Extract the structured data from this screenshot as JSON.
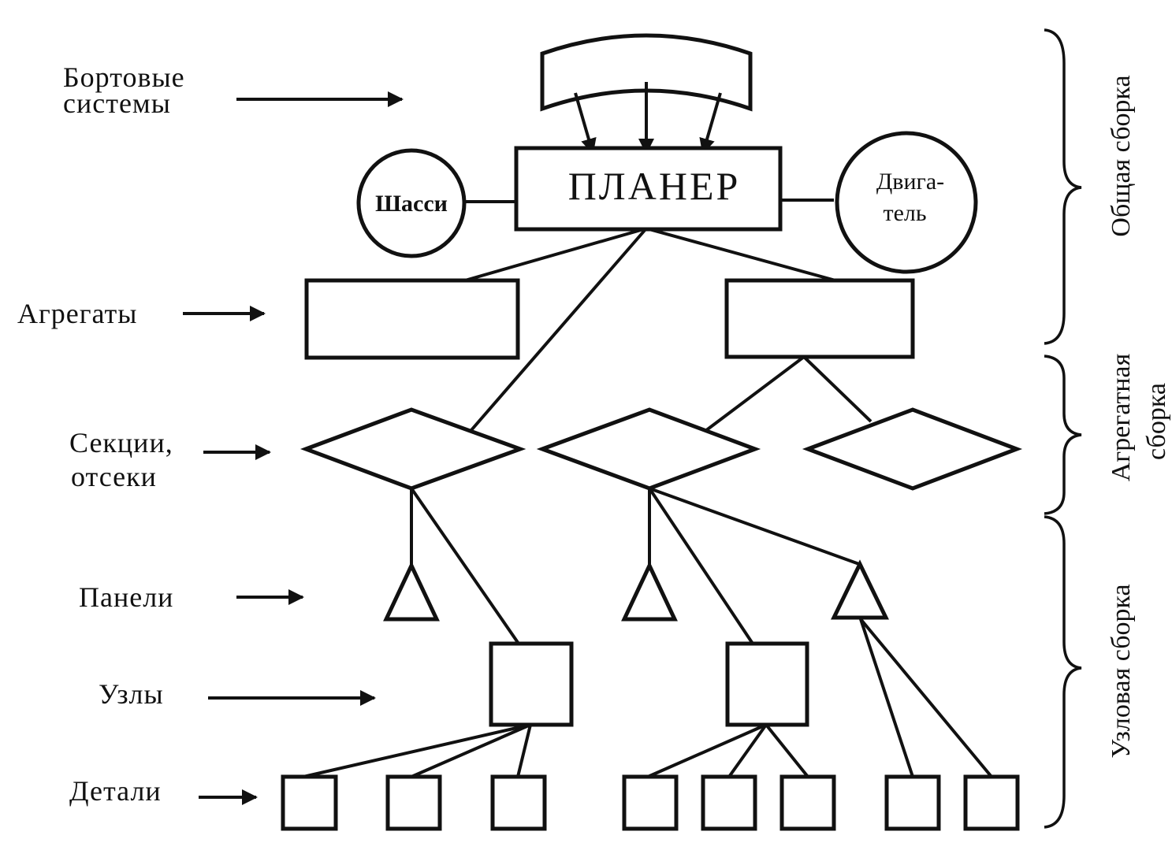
{
  "levels": {
    "onboard_systems": [
      "Бортовые",
      "системы"
    ],
    "aggregates": "Агрегаты",
    "sections": [
      "Секции,",
      "отсеки"
    ],
    "panels": "Панели",
    "assemblies": "Узлы",
    "parts": "Детали"
  },
  "nodes": {
    "airframe": "ПЛАНЕР",
    "chassis": "Шасси",
    "engine": [
      "Двига-",
      "тель"
    ]
  },
  "stages": {
    "general": "Общая сборка",
    "aggregate": [
      "Агрегатная",
      "сборка"
    ],
    "node": "Узловая сборка"
  },
  "colors": {
    "ink": "#111111",
    "background": "#ffffff"
  }
}
